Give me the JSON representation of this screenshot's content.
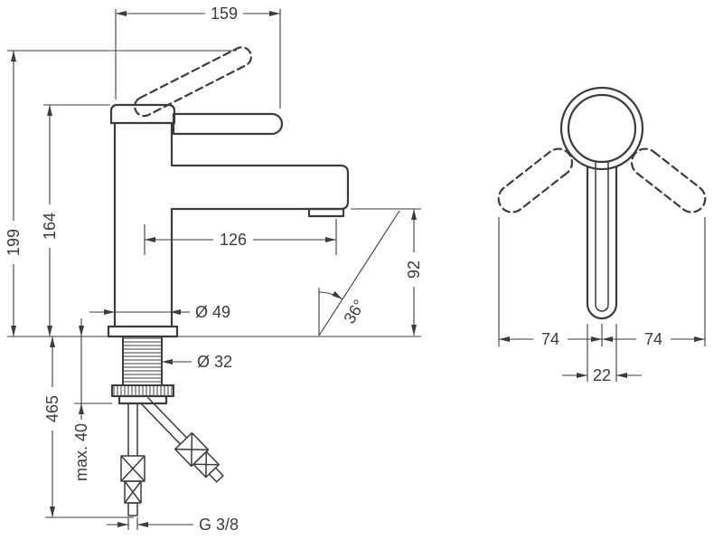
{
  "colors": {
    "line": "#3c3c3b",
    "background": "#ffffff"
  },
  "side_view": {
    "dims": {
      "spout_width": "159",
      "total_height": "199",
      "body_height": "164",
      "reach": "126",
      "outlet_height": "92",
      "base_diameter": "Ø 49",
      "stream_angle": "36°",
      "hole_diameter": "Ø 32",
      "below_counter_length": "465",
      "max_counter_thickness": "max. 40",
      "connection_thread": "G 3/8"
    }
  },
  "front_view": {
    "dims": {
      "swing_left": "74",
      "swing_right": "74",
      "handle_width": "22"
    }
  }
}
